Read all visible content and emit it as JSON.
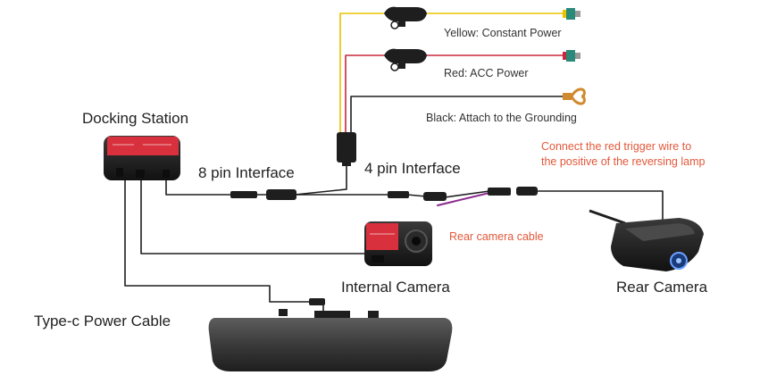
{
  "labels": {
    "docking_station": "Docking Station",
    "pin8": "8 pin Interface",
    "pin4": "4 pin Interface",
    "internal_camera": "Internal Camera",
    "rear_camera": "Rear Camera",
    "typec": "Type-c Power Cable",
    "yellow": "Yellow: Constant Power",
    "red": "Red: ACC Power",
    "black": "Black: Attach to the Grounding",
    "trigger_line1": "Connect the red trigger wire to",
    "trigger_line2": "the positive of the reversing lamp",
    "rear_cable": "Rear camera cable"
  },
  "colors": {
    "yellow_wire": "#e8c200",
    "red_wire": "#c8283c",
    "black_wire": "#1e1e1e",
    "trigger_wire": "#8a2b8f",
    "annotation": "#e2583a",
    "sticker_red": "#d8303c"
  }
}
